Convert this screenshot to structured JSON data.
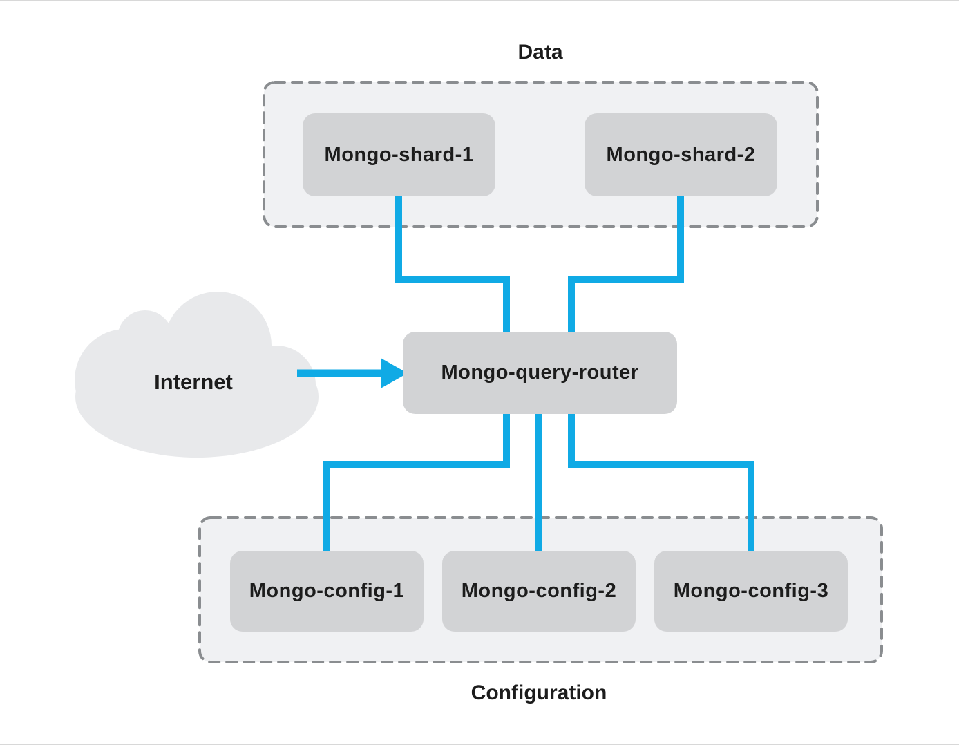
{
  "diagram": {
    "type": "mongodb-sharded-cluster-architecture"
  },
  "groups": {
    "data": {
      "label": "Data"
    },
    "configuration": {
      "label": "Configuration"
    }
  },
  "nodes": {
    "shard1": {
      "label": "Mongo-shard-1"
    },
    "shard2": {
      "label": "Mongo-shard-2"
    },
    "router": {
      "label": "Mongo-query-router"
    },
    "config1": {
      "label": "Mongo-config-1"
    },
    "config2": {
      "label": "Mongo-config-2"
    },
    "config3": {
      "label": "Mongo-config-3"
    }
  },
  "cloud": {
    "label": "Internet"
  },
  "edges": [
    {
      "from": "Mongo-shard-1",
      "to": "Mongo-query-router",
      "style": "elbow"
    },
    {
      "from": "Mongo-shard-2",
      "to": "Mongo-query-router",
      "style": "elbow"
    },
    {
      "from": "Internet",
      "to": "Mongo-query-router",
      "style": "arrow"
    },
    {
      "from": "Mongo-query-router",
      "to": "Mongo-config-1",
      "style": "elbow"
    },
    {
      "from": "Mongo-query-router",
      "to": "Mongo-config-2",
      "style": "straight"
    },
    {
      "from": "Mongo-query-router",
      "to": "Mongo-config-3",
      "style": "elbow"
    }
  ],
  "colors": {
    "connector_blue": "#10aae5",
    "node_fill": "#d2d3d5",
    "group_fill": "#f0f1f3",
    "group_dash_stroke": "#8a8d90",
    "cloud_fill": "#e8e9eb",
    "text": "#1c1c1c"
  }
}
